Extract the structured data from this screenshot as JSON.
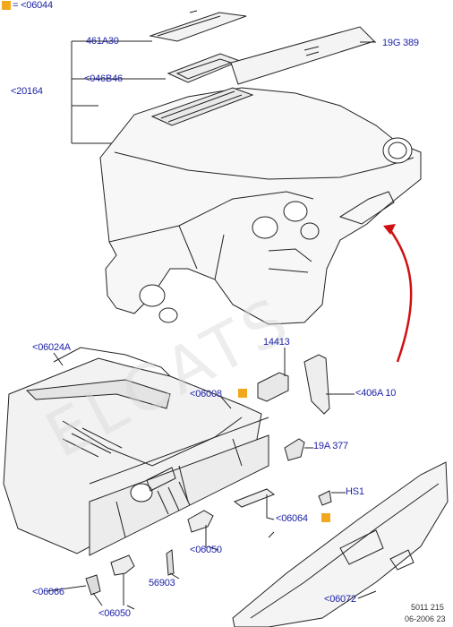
{
  "legend": {
    "swatch_color": "#f2a81d",
    "text": "= <06044"
  },
  "labels": {
    "l_461A30": "461A30",
    "l_046B46": "<046B46",
    "l_20164": "<20164",
    "l_19G389": "19G 389",
    "l_06024A": "<06024A",
    "l_14413": "14413",
    "l_06008": "<06008",
    "l_406A10": "<406A 10",
    "l_19A377": "19A 377",
    "l_HS1": "HS1",
    "l_06064": "<06064",
    "l_06050a": "<06050",
    "l_56903": "56903",
    "l_06066": "<06066",
    "l_06050b": "<06050",
    "l_06072": "<06072"
  },
  "footer": {
    "line1": "5011 215",
    "line2": "06-2006 23"
  },
  "colors": {
    "label": "#1f24a8",
    "marker": "#f2a81d",
    "arrow": "#d01010"
  }
}
